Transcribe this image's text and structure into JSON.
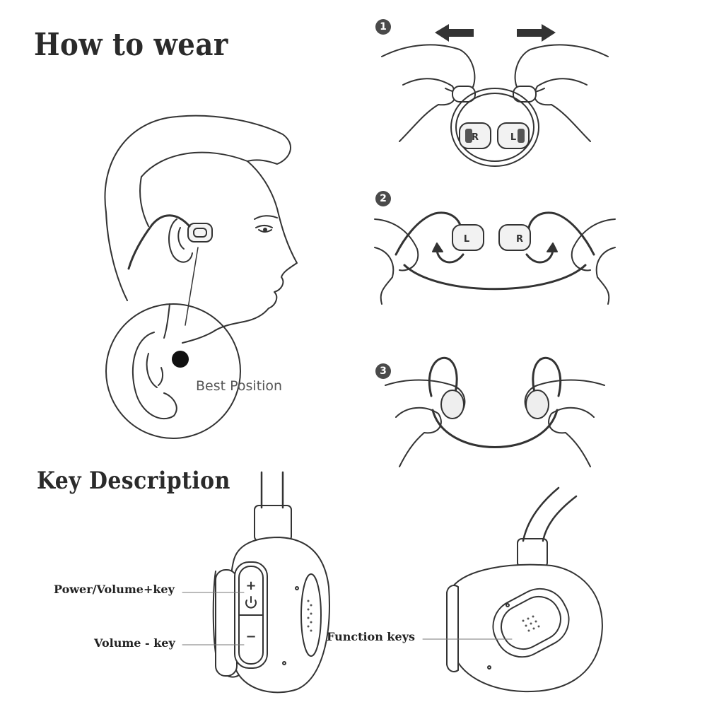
{
  "headings": {
    "how_to_wear": "How to wear",
    "key_description": "Key Description"
  },
  "steps": [
    "1",
    "2",
    "3"
  ],
  "wear": {
    "best_position": "Best Position"
  },
  "earbud_marks": {
    "left": "L",
    "right": "R"
  },
  "keys": {
    "power": "Power/Volume+key",
    "volume_minus": "Volume - key",
    "function": "Function keys",
    "plus_glyph": "+",
    "minus_glyph": "−"
  }
}
